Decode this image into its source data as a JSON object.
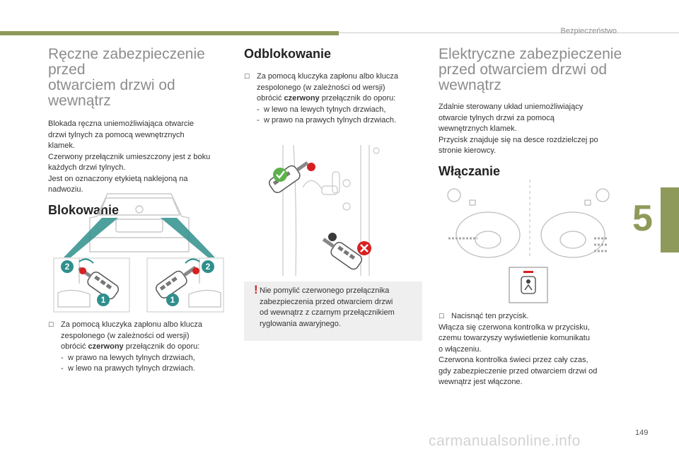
{
  "header": {
    "section": "Bezpieczeństwo",
    "chapter": "5",
    "page": "149"
  },
  "watermark": "carmanualsonline.info",
  "col1": {
    "title_line1": "Ręczne zabezpieczenie przed",
    "title_line2": "otwarciem drzwi od wewnątrz",
    "intro": [
      "Blokada ręczna uniemożliwiająca otwarcie",
      "drzwi tylnych za pomocą wewnętrznych",
      "klamek.",
      "Czerwony przełącznik umieszczony jest z boku",
      "każdych drzwi tylnych.",
      "Jest on oznaczony etykietą naklejoną na",
      "nadwoziu."
    ],
    "subheading": "Blokowanie",
    "instr_line1": "Za pomocą kluczyka zapłonu albo klucza",
    "instr_line2": "zespolonego (w zależności od wersji)",
    "instr_pre": "obrócić ",
    "instr_bold": "czerwony",
    "instr_post": " przełącznik do oporu:",
    "dash1": "w prawo na lewych tylnych drzwiach,",
    "dash2": "w lewo na prawych tylnych drzwiach.",
    "badge_1": "1",
    "badge_2": "2"
  },
  "col2": {
    "subheading": "Odblokowanie",
    "instr_line1": "Za pomocą kluczyka zapłonu albo klucza",
    "instr_line2": "zespolonego (w zależności od wersji)",
    "instr_pre": "obrócić ",
    "instr_bold": "czerwony",
    "instr_post": " przełącznik do oporu:",
    "dash1": "w lewo na lewych tylnych drzwiach,",
    "dash2": "w prawo na prawych tylnych drzwiach.",
    "warning": [
      "Nie pomylić czerwonego przełącznika",
      "zabezpieczenia przed otwarciem drzwi",
      "od wewnątrz z czarnym przełącznikiem",
      "ryglowania awaryjnego."
    ]
  },
  "col3": {
    "title_lines": [
      "Elektryczne zabezpieczenie",
      "przed otwarciem drzwi od",
      "wewnątrz"
    ],
    "intro": [
      "Zdalnie sterowany układ uniemożliwiający",
      "otwarcie tylnych drzwi za pomocą",
      "wewnętrznych klamek.",
      "Przycisk znajduje się na desce rozdzielczej po",
      "stronie kierowcy."
    ],
    "subheading": "Włączanie",
    "instr": "Nacisnąć ten przycisk.",
    "body": [
      "Włącza się czerwona kontrolka w przycisku,",
      "czemu towarzyszy wyświetlenie komunikatu",
      "o włączeniu.",
      "Czerwona kontrolka świeci przez cały czas,",
      "gdy zabezpieczenie przed otwarciem drzwi od",
      "wewnątrz jest włączone."
    ]
  },
  "colors": {
    "accent": "#8e9a5a",
    "teal": "#2f8f8c",
    "red": "#d62020",
    "green": "#5cb14a"
  }
}
